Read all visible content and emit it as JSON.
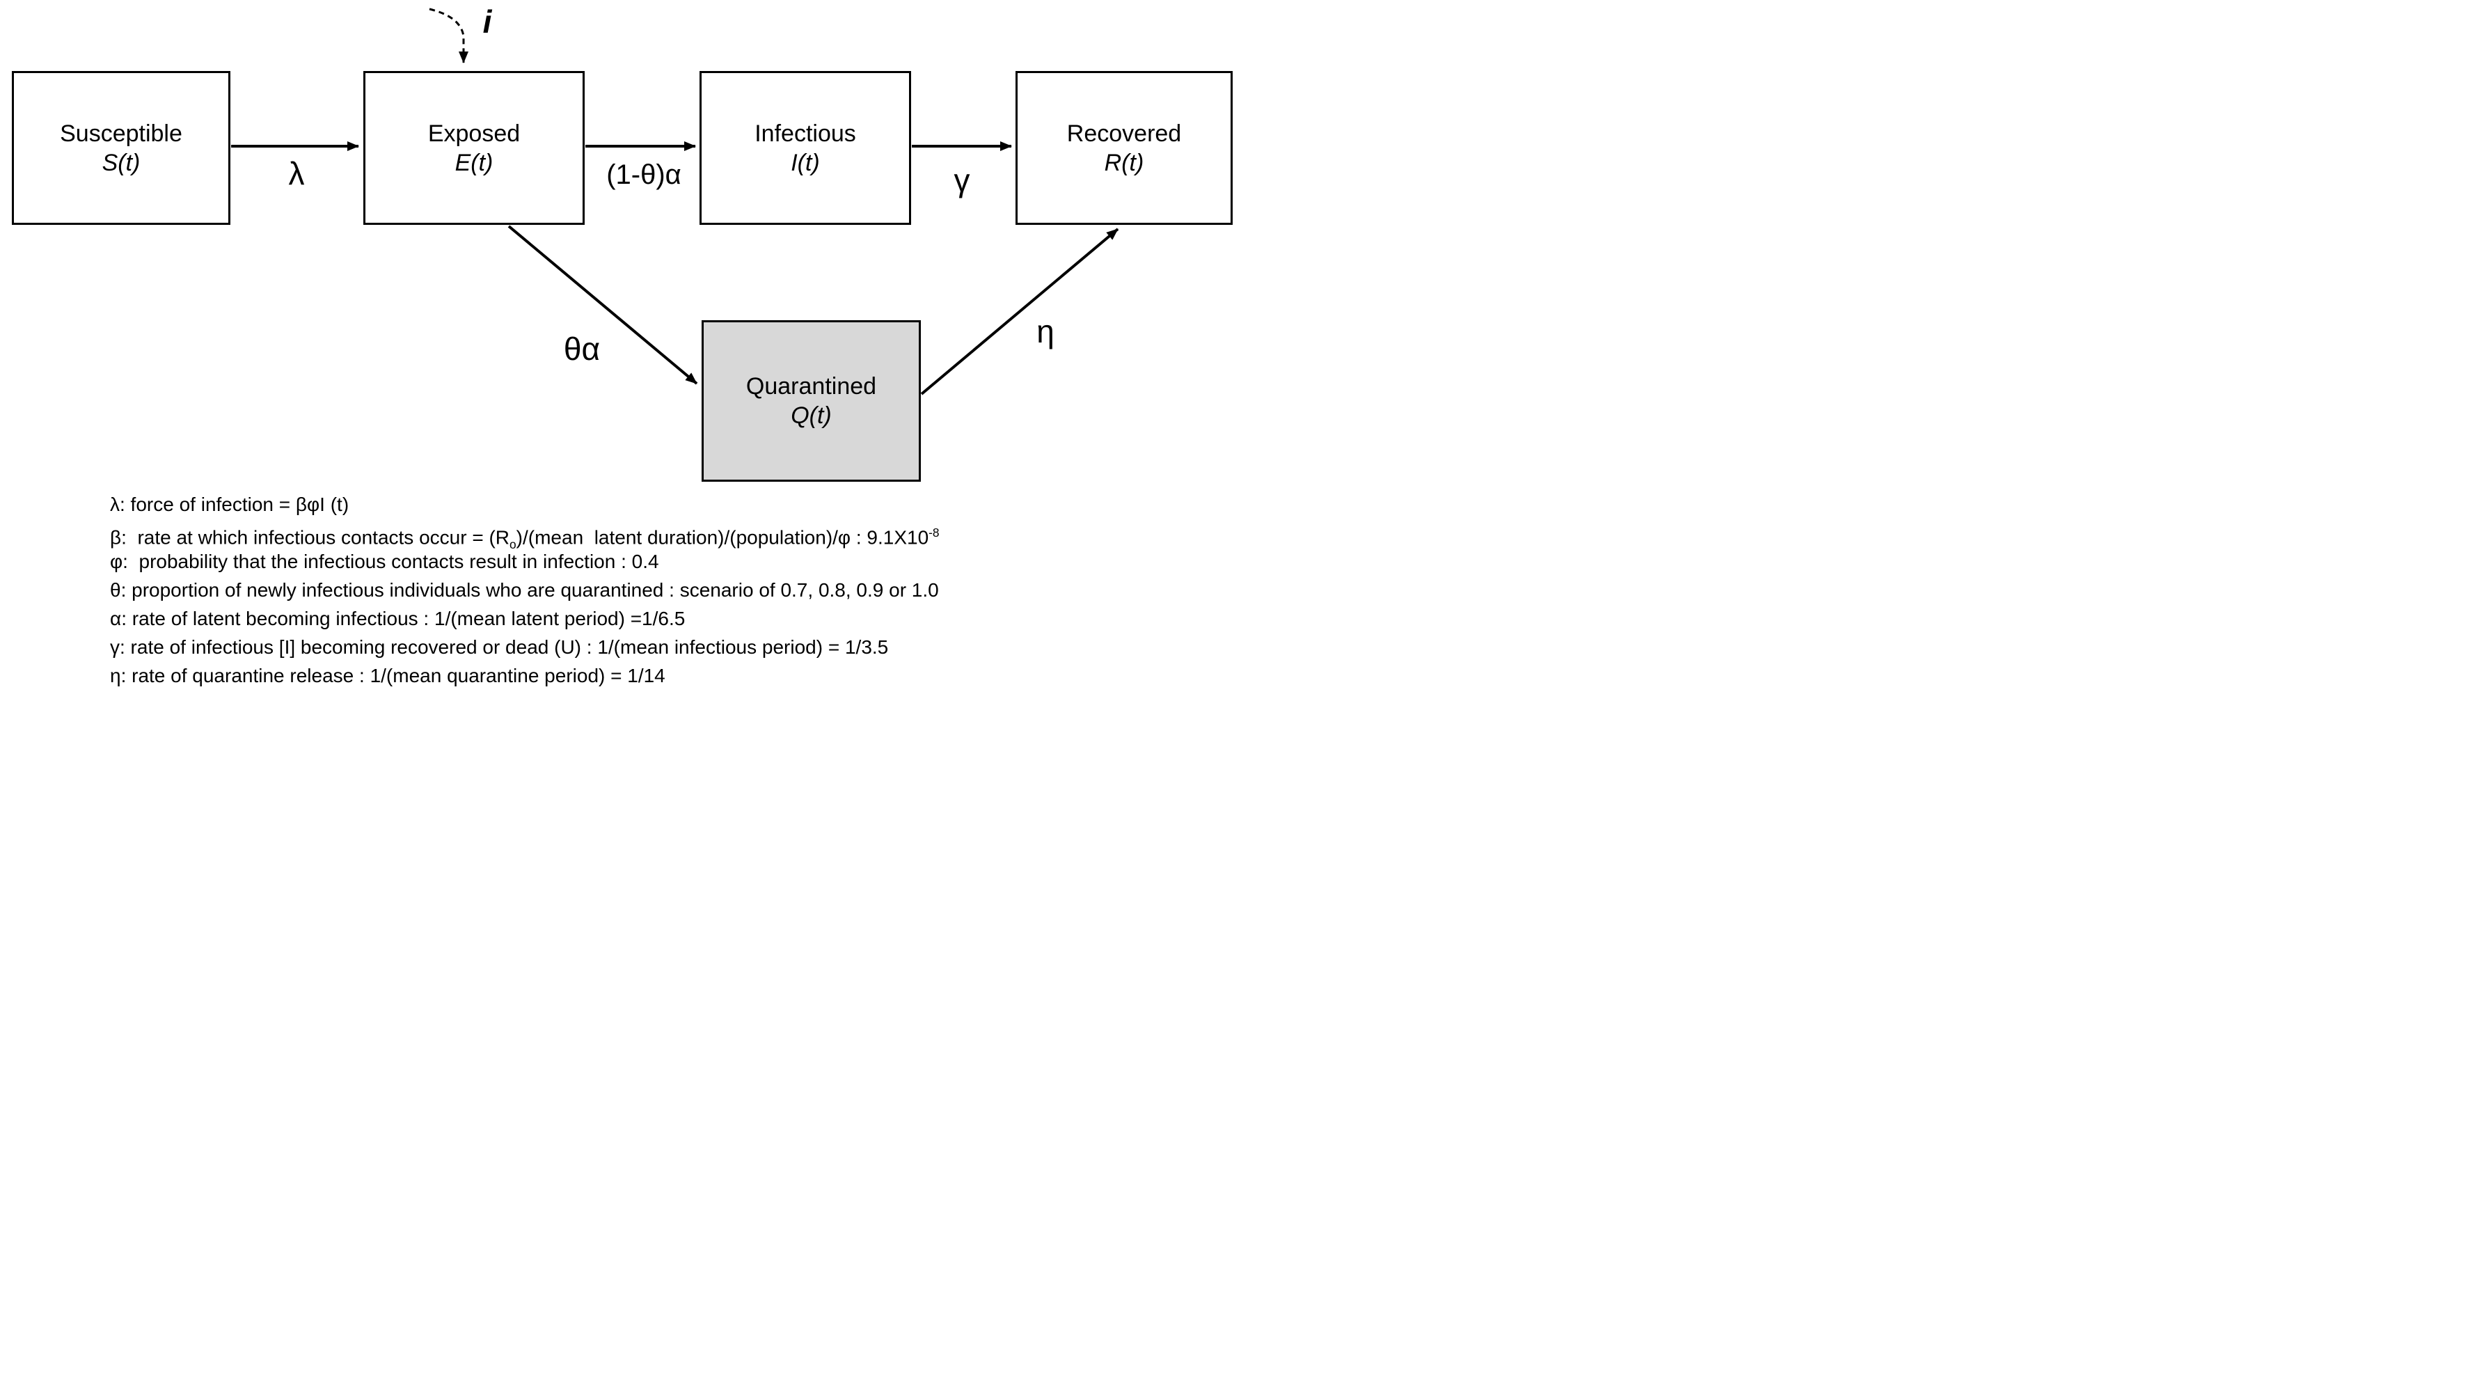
{
  "diagram": {
    "boxes": [
      {
        "name": "Susceptible",
        "symbol": "S(t)"
      },
      {
        "name": "Exposed",
        "symbol": "E(t)"
      },
      {
        "name": "Infectious",
        "symbol": "I(t)"
      },
      {
        "name": "Recovered",
        "symbol": "R(t)"
      },
      {
        "name": "Quarantined",
        "symbol": "Q(t)"
      }
    ],
    "flows": {
      "susceptible_to_exposed": "λ",
      "exposed_to_infectious": "(1-θ)α",
      "infectious_to_recovered": "γ",
      "exposed_to_quarantined": "θα",
      "quarantined_to_recovered": "η",
      "imported_cases": "i"
    }
  },
  "legend": {
    "lines": [
      {
        "segments": [
          {
            "t": "λ: force of infection = βφI (t)"
          }
        ]
      },
      {
        "segments": [
          {
            "t": "β:  rate at which infectious contacts occur = (R"
          },
          {
            "t": "o",
            "s": "sub"
          },
          {
            "t": ")/(mean  latent duration)/(population)/φ : 9.1X10"
          },
          {
            "t": "-8",
            "s": "sup"
          }
        ]
      },
      {
        "segments": [
          {
            "t": "φ:  probability that the infectious contacts result in infection : 0.4"
          }
        ]
      },
      {
        "segments": [
          {
            "t": "θ: proportion of newly infectious individuals who are quarantined : scenario of 0.7, 0.8, 0.9 or 1.0"
          }
        ]
      },
      {
        "segments": [
          {
            "t": "α: rate of latent becoming infectious : 1/(mean latent period) =1/6.5"
          }
        ]
      },
      {
        "segments": [
          {
            "t": "γ: rate of infectious [I] becoming recovered or dead (U) : 1/(mean infectious period) = 1/3.5"
          }
        ]
      },
      {
        "segments": [
          {
            "t": "η: rate of quarantine release : 1/(mean quarantine period) = 1/14"
          }
        ]
      }
    ]
  },
  "colors": {
    "quarantined_fill": "#d8d8d8",
    "line": "#000000",
    "background": "#ffffff"
  }
}
